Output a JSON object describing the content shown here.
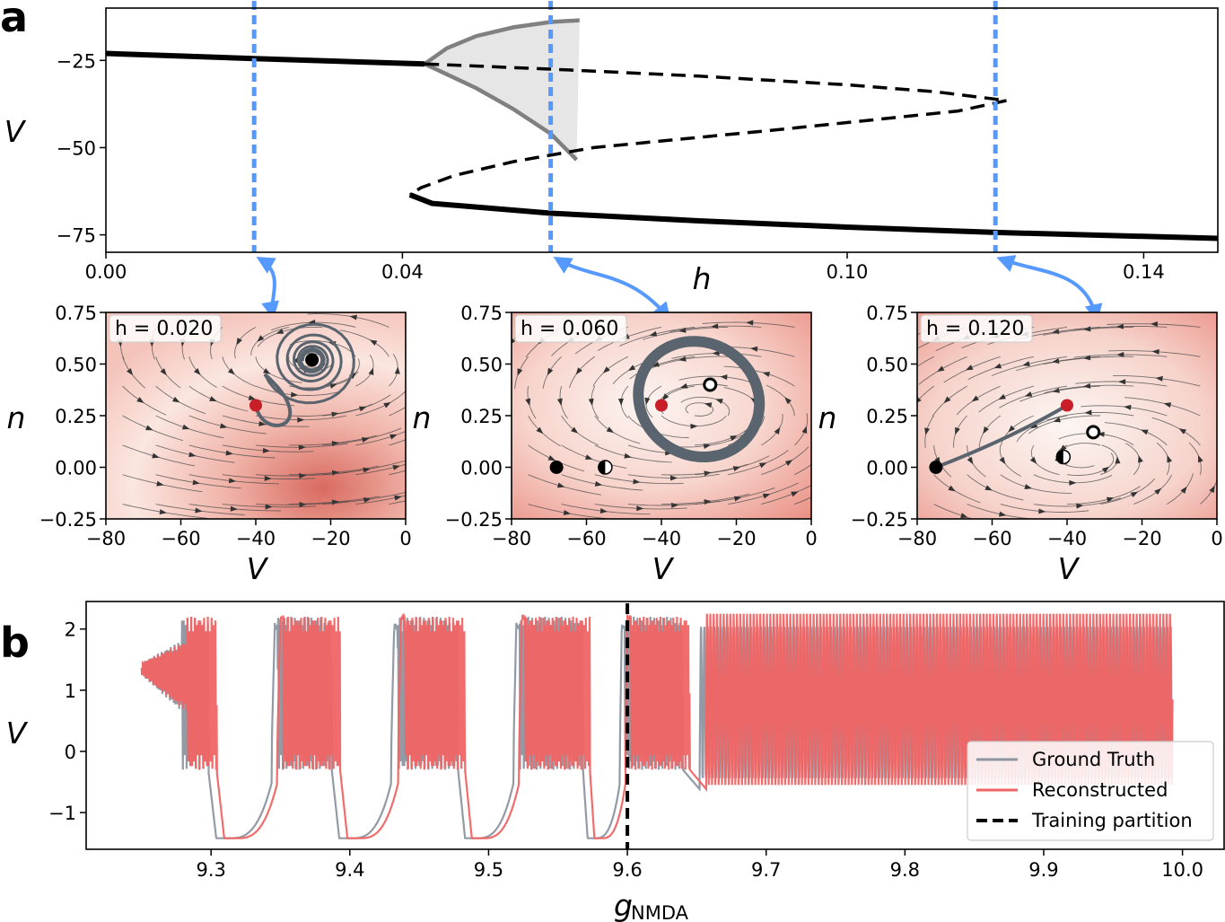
{
  "panel_labels": {
    "a": "a",
    "b": "b"
  },
  "colors": {
    "branch": "#000000",
    "cycle_envelope": "#808080",
    "cycle_fill": "#e6e6e6",
    "marker_line": "#5599ff",
    "ground_truth": "#8c96a0",
    "reconstructed": "#f06464",
    "trajectory": "#5a646e",
    "start_point": "#c81e28"
  },
  "chart_data": [
    {
      "type": "line",
      "name": "bifurcation-diagram",
      "xlabel": "h",
      "ylabel": "V",
      "xlim": [
        0.0,
        0.15
      ],
      "ylim": [
        -80,
        -10
      ],
      "xticks": [
        {
          "v": 0.0,
          "l": "0.00"
        },
        {
          "v": 0.04,
          "l": "0.04"
        },
        {
          "v": 0.1,
          "l": "0.10"
        },
        {
          "v": 0.14,
          "l": "0.14"
        }
      ],
      "yticks": [
        {
          "v": -25,
          "l": "−25"
        },
        {
          "v": -50,
          "l": "−50"
        },
        {
          "v": -75,
          "l": "−75"
        }
      ],
      "upper_stable_branch": [
        [
          0.0,
          -23.0
        ],
        [
          0.02,
          -24.5
        ],
        [
          0.043,
          -26.0
        ]
      ],
      "middle_unstable_branch": [
        [
          0.043,
          -26.0
        ],
        [
          0.06,
          -27.5
        ],
        [
          0.08,
          -29.5
        ],
        [
          0.1,
          -32.0
        ],
        [
          0.112,
          -34.0
        ],
        [
          0.1215,
          -36.5
        ],
        [
          0.115,
          -39.5
        ],
        [
          0.1,
          -42.8
        ],
        [
          0.09,
          -45.0
        ],
        [
          0.0658,
          -50.0
        ],
        [
          0.055,
          -54.0
        ],
        [
          0.047,
          -58.0
        ],
        [
          0.0425,
          -61.5
        ],
        [
          0.041,
          -63.5
        ]
      ],
      "lower_stable_branch": [
        [
          0.041,
          -63.5
        ],
        [
          0.044,
          -66.0
        ],
        [
          0.06,
          -68.8
        ],
        [
          0.08,
          -71.0
        ],
        [
          0.1,
          -72.8
        ],
        [
          0.12,
          -74.3
        ],
        [
          0.15,
          -76.0
        ]
      ],
      "limit_cycle_max": [
        [
          0.043,
          -26.0
        ],
        [
          0.046,
          -21.5
        ],
        [
          0.05,
          -18.0
        ],
        [
          0.055,
          -15.5
        ],
        [
          0.06,
          -14.0
        ],
        [
          0.0639,
          -13.5
        ]
      ],
      "limit_cycle_min": [
        [
          0.043,
          -26.0
        ],
        [
          0.046,
          -29.0
        ],
        [
          0.05,
          -33.0
        ],
        [
          0.055,
          -39.0
        ],
        [
          0.06,
          -46.0
        ],
        [
          0.0635,
          -53.5
        ]
      ],
      "slice_markers": [
        0.02,
        0.06,
        0.12
      ]
    },
    {
      "type": "scatter",
      "name": "phase-plane-h-0.020",
      "annotation": "h = 0.020",
      "xlabel": "V",
      "ylabel": "n",
      "xlim": [
        -80,
        0
      ],
      "ylim": [
        -0.25,
        0.75
      ],
      "xticks": [
        {
          "v": -80,
          "l": "−80"
        },
        {
          "v": -60,
          "l": "−60"
        },
        {
          "v": -40,
          "l": "−40"
        },
        {
          "v": -20,
          "l": "−20"
        },
        {
          "v": 0,
          "l": "0"
        }
      ],
      "yticks": [
        {
          "v": 0.75,
          "l": "0.75"
        },
        {
          "v": 0.5,
          "l": "0.50"
        },
        {
          "v": 0.25,
          "l": "0.25"
        },
        {
          "v": 0.0,
          "l": "0.00"
        },
        {
          "v": -0.25,
          "l": "−0.25"
        }
      ],
      "fixed_points": [
        {
          "V": -25,
          "n": 0.52,
          "kind": "stable"
        }
      ],
      "start_point": [
        -40,
        0.3
      ],
      "trajectory": "spiral-in"
    },
    {
      "type": "scatter",
      "name": "phase-plane-h-0.060",
      "annotation": "h = 0.060",
      "xlabel": "V",
      "ylabel": "n",
      "xlim": [
        -80,
        0
      ],
      "ylim": [
        -0.25,
        0.75
      ],
      "xticks": [
        {
          "v": -80,
          "l": "−80"
        },
        {
          "v": -60,
          "l": "−60"
        },
        {
          "v": -40,
          "l": "−40"
        },
        {
          "v": -20,
          "l": "−20"
        },
        {
          "v": 0,
          "l": "0"
        }
      ],
      "yticks": [
        {
          "v": 0.75,
          "l": "0.75"
        },
        {
          "v": 0.5,
          "l": "0.50"
        },
        {
          "v": 0.25,
          "l": "0.25"
        },
        {
          "v": 0.0,
          "l": "0.00"
        },
        {
          "v": -0.25,
          "l": "−0.25"
        }
      ],
      "fixed_points": [
        {
          "V": -68,
          "n": 0.0,
          "kind": "stable"
        },
        {
          "V": -55,
          "n": 0.0,
          "kind": "saddle"
        },
        {
          "V": -27,
          "n": 0.4,
          "kind": "unstable"
        }
      ],
      "start_point": [
        -40,
        0.3
      ],
      "trajectory": "limit-cycle"
    },
    {
      "type": "scatter",
      "name": "phase-plane-h-0.120",
      "annotation": "h = 0.120",
      "xlabel": "V",
      "ylabel": "n",
      "xlim": [
        -80,
        0
      ],
      "ylim": [
        -0.25,
        0.75
      ],
      "xticks": [
        {
          "v": -80,
          "l": "−80"
        },
        {
          "v": -60,
          "l": "−60"
        },
        {
          "v": -40,
          "l": "−40"
        },
        {
          "v": -20,
          "l": "−20"
        },
        {
          "v": 0,
          "l": "0"
        }
      ],
      "yticks": [
        {
          "v": 0.75,
          "l": "0.75"
        },
        {
          "v": 0.5,
          "l": "0.50"
        },
        {
          "v": 0.25,
          "l": "0.25"
        },
        {
          "v": 0.0,
          "l": "0.00"
        },
        {
          "v": -0.25,
          "l": "−0.25"
        }
      ],
      "fixed_points": [
        {
          "V": -75,
          "n": 0.0,
          "kind": "stable"
        },
        {
          "V": -41,
          "n": 0.05,
          "kind": "saddle"
        },
        {
          "V": -33,
          "n": 0.17,
          "kind": "unstable"
        }
      ],
      "start_point": [
        -40,
        0.3
      ],
      "trajectory": "to-rest"
    },
    {
      "type": "line",
      "name": "time-series",
      "xlabel": "g",
      "xlabel_sub": "NMDA",
      "ylabel": "V",
      "xlim": [
        9.21,
        10.03
      ],
      "ylim": [
        -1.6,
        2.45
      ],
      "xticks": [
        {
          "v": 9.3,
          "l": "9.3"
        },
        {
          "v": 9.4,
          "l": "9.4"
        },
        {
          "v": 9.5,
          "l": "9.5"
        },
        {
          "v": 9.6,
          "l": "9.6"
        },
        {
          "v": 9.7,
          "l": "9.7"
        },
        {
          "v": 9.8,
          "l": "9.8"
        },
        {
          "v": 9.9,
          "l": "9.9"
        },
        {
          "v": 10.0,
          "l": "10.0"
        }
      ],
      "yticks": [
        {
          "v": 2,
          "l": "2"
        },
        {
          "v": 1,
          "l": "1"
        },
        {
          "v": 0,
          "l": "0"
        },
        {
          "v": -1,
          "l": "−1"
        }
      ],
      "training_partition": 9.6,
      "series": [
        {
          "name": "Ground Truth",
          "start": 9.25,
          "end": 9.993,
          "max": 2.1,
          "min_tonic": -0.5,
          "bursts": [
            [
              9.25,
              9.298
            ],
            [
              9.346,
              9.387
            ],
            [
              9.432,
              9.478
            ],
            [
              9.52,
              9.568
            ],
            [
              9.596,
              9.64
            ]
          ],
          "trough": -1.42
        },
        {
          "name": "Reconstructed",
          "start": 9.25,
          "end": 9.993,
          "max": 2.25,
          "min_tonic": -0.55,
          "bursts": [
            [
              9.25,
              9.304
            ],
            [
              9.35,
              9.393
            ],
            [
              9.437,
              9.483
            ],
            [
              9.524,
              9.573
            ],
            [
              9.6,
              9.645
            ]
          ],
          "trough": -1.42
        }
      ],
      "legend_entries": [
        "Ground Truth",
        "Reconstructed",
        "Training partition"
      ],
      "legend_position": "lower-right"
    }
  ]
}
